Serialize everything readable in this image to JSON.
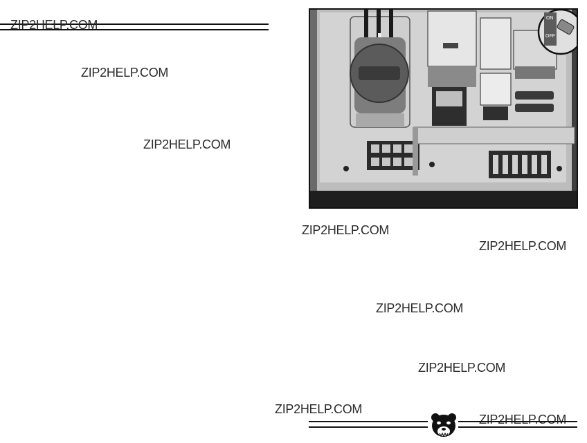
{
  "watermarks": [
    "ZIP2HELP.COM",
    "ZIP2HELP.COM",
    "ZIP2HELP.COM",
    "ZIP2HELP.COM",
    "ZIP2HELP.COM",
    "ZIP2HELP.COM",
    "ZIP2HELP.COM",
    "ZIP2HELP.COM",
    "ZIP2HELP.COM"
  ],
  "photo": {
    "switch_on_label": "ON",
    "switch_off_label": "OFF"
  },
  "colors": {
    "rule": "#111111",
    "watermark": "#2a2a2a",
    "panel_bg": "#4a4a4a"
  },
  "icons": [
    "bear-logo-icon"
  ]
}
